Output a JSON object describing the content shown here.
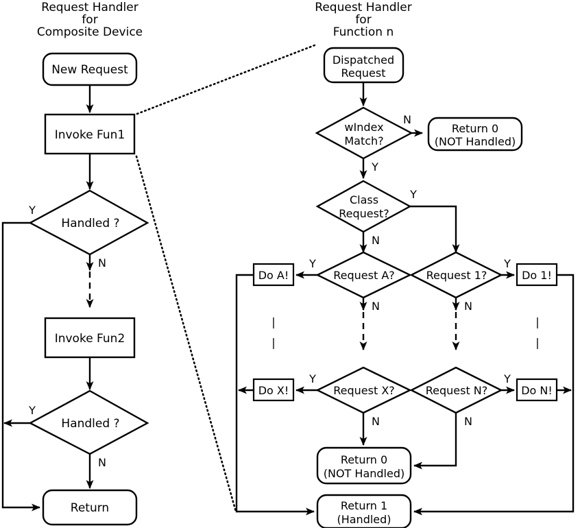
{
  "diagram": {
    "background": "#ffffff",
    "line_color": "#000000",
    "left_panel": {
      "title_lines": [
        "Request Handler",
        "for",
        "Composite Device"
      ],
      "nodes": {
        "new_request": "New Request",
        "invoke_fun1": "Invoke Fun1",
        "handled_1": "Handled ?",
        "invoke_fun2": "Invoke Fun2",
        "handled_2": "Handled ?",
        "return": "Return"
      },
      "labels": {
        "handled1_yes": "Y",
        "handled1_no": "N",
        "handled2_yes": "Y",
        "handled2_no": "N"
      }
    },
    "right_panel": {
      "title_lines": [
        "Request Handler",
        "for",
        "Function n"
      ],
      "nodes": {
        "dispatched_request": [
          "Dispatched",
          "Request"
        ],
        "windex_match": [
          "wIndex",
          "Match?"
        ],
        "return0_top": [
          "Return 0",
          "(NOT Handled)"
        ],
        "class_request": [
          "Class",
          "Request?"
        ],
        "request_a": "Request A?",
        "request_1": "Request 1?",
        "request_x": "Request X?",
        "request_n": "Request N?",
        "do_a": "Do A!",
        "do_1": "Do 1!",
        "do_x": "Do X!",
        "do_n": "Do N!",
        "return0_bottom": [
          "Return 0",
          "(NOT Handled)"
        ],
        "return1_bottom": [
          "Return 1",
          "(Handled)"
        ]
      },
      "labels": {
        "windex_no": "N",
        "windex_yes": "Y",
        "class_yes": "Y",
        "class_no": "N",
        "request_a_yes": "Y",
        "request_a_no": "N",
        "request_1_yes": "Y",
        "request_1_no": "N",
        "request_x_yes": "Y",
        "request_x_no": "N",
        "request_n_yes": "Y",
        "request_n_no": "N"
      },
      "ellipsis_marks": [
        "|",
        "|",
        "|",
        "|"
      ]
    }
  }
}
